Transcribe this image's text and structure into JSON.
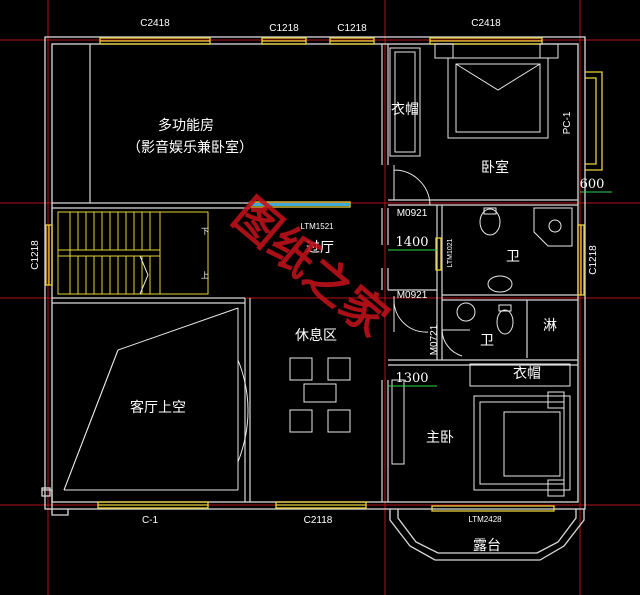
{
  "rooms": {
    "multi_room": "多功能房",
    "multi_room_sub": "（影音娱乐兼卧室）",
    "bedroom": "卧室",
    "wardrobe1": "衣帽",
    "wardrobe2": "衣帽",
    "corridor": "过厅",
    "lounge": "休息区",
    "living_void": "客厅上空",
    "master_bedroom": "主卧",
    "bath1": "卫",
    "bath2": "卫",
    "shower": "淋",
    "terrace": "露台"
  },
  "windows": {
    "top_left": "C2418",
    "top_mid1": "C1218",
    "top_mid2": "C1218",
    "top_right": "C2418",
    "left": "C1218",
    "right": "C1218",
    "bottom_left": "C-1",
    "bottom_mid": "C2118",
    "pc": "PC-1",
    "ltm1521": "LTM1521",
    "ltm1021": "LTM1021",
    "ltm2428": "LTM2428"
  },
  "doors": {
    "m0921_a": "M0921",
    "m0921_b": "M0921",
    "m0721": "M0721"
  },
  "dims": {
    "d600": "600",
    "d1400": "1400",
    "d1300": "1300"
  },
  "stairs": {
    "down": "下",
    "up": "上"
  },
  "watermark": "图纸之家",
  "colors": {
    "background": "#000000",
    "wall": "#d9d9d9",
    "window": "#e6d23a",
    "furniture": "#e8e8e8",
    "axis": "#c01616",
    "door": "#e6e6e6",
    "tile_blue": "#3fa9d8",
    "dim_green": "#2fd34a",
    "watermark": "#c0121a"
  }
}
